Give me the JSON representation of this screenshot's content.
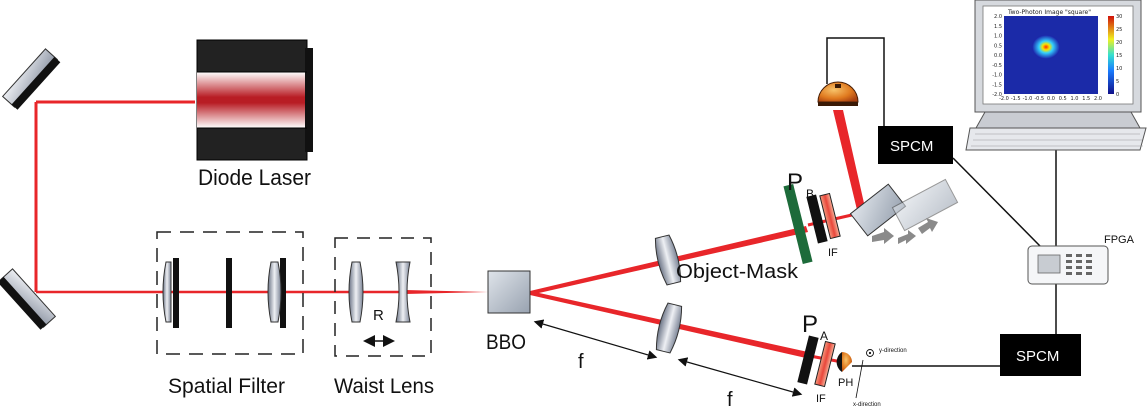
{
  "labels": {
    "diode_laser": "Diode Laser",
    "spatial_filter": "Spatial Filter",
    "waist_lens": "Waist Lens",
    "r": "R",
    "bbo": "BBO",
    "f_upper": "f",
    "f_lower": "f",
    "object_mask": "Object-Mask",
    "pb_p": "P",
    "pb_sub": "B",
    "if_upper": "IF",
    "pa_p": "P",
    "pa_sub": "A",
    "if_lower": "IF",
    "ph": "PH",
    "y_direction": "y-direction",
    "x_direction": "x-direction",
    "spcm_top": "SPCM",
    "spcm_bottom": "SPCM",
    "fpga": "FPGA"
  },
  "monitor_plot": {
    "title": "Two-Photon Image \"square\"",
    "x_ticks": [
      "-2.0",
      "-1.5",
      "-1.0",
      "-0.5",
      "0.0",
      "0.5",
      "1.0",
      "1.5",
      "2.0"
    ],
    "y_ticks": [
      "2.0",
      "1.5",
      "1.0",
      "0.5",
      "0.0",
      "-0.5",
      "-1.0",
      "-1.5",
      "-2.0"
    ],
    "colorbar_ticks": [
      "30",
      "25",
      "20",
      "15",
      "10",
      "5",
      "0"
    ]
  },
  "colors": {
    "beam": "#e8262a",
    "device": "#000000",
    "mask": "#1d6b3a",
    "background": "#ffffff"
  }
}
